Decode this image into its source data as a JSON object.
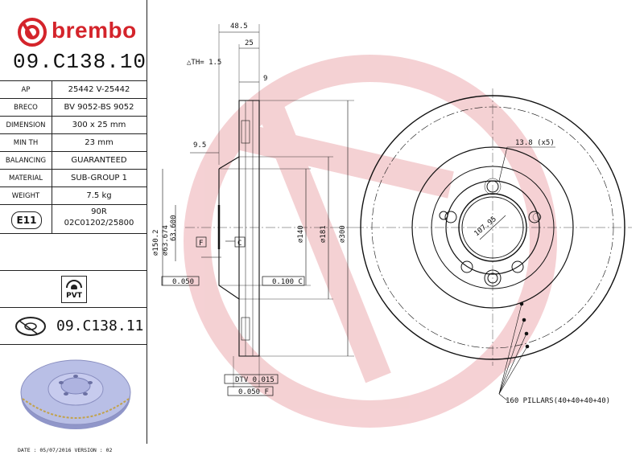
{
  "brand": {
    "name": "brembo"
  },
  "part_number": "09.C138.10",
  "specs": [
    {
      "key": "AP",
      "value": "25442 V-25442"
    },
    {
      "key": "BRECO",
      "value": "BV 9052-BS 9052"
    },
    {
      "key": "DIMENSION",
      "value": "300 x 25 mm"
    },
    {
      "key": "MIN TH",
      "value": "23 mm"
    },
    {
      "key": "BALANCING",
      "value": "GUARANTEED"
    },
    {
      "key": "MATERIAL",
      "value": "SUB-GROUP 1"
    },
    {
      "key": "WEIGHT",
      "value": "7.5 kg"
    }
  ],
  "approval": {
    "mark": "E11",
    "reg": "90R",
    "number": "02C01202/25800"
  },
  "pvt": {
    "label": "PVT"
  },
  "coated_part_number": "09.C138.11",
  "footer": "DATE : 05/07/2016 VERSION : 02",
  "dimensions": {
    "d485": "48.5",
    "d25": "25",
    "th": "△TH= 1.5",
    "d9": "9",
    "d95": "9.5",
    "d1502": "⌀150.2",
    "d63674": "⌀63.674",
    "d63600": "63.600",
    "d140": "⌀140",
    "d181": "⌀181",
    "d300": "⌀300",
    "bolt_holes": "13.8 (x5)",
    "pcd": "107.95",
    "flat1": "0.050",
    "par1": "0.100 C",
    "dtv": "DTV 0.015",
    "flat2": "0.050 F",
    "pillars": "160 PILLARS(40+40+40+40)",
    "label_f": "F",
    "label_c": "C"
  },
  "colors": {
    "brand_red": "#d4242b",
    "watermark": "#f3c9cc",
    "coating": "#b9bfe6"
  }
}
